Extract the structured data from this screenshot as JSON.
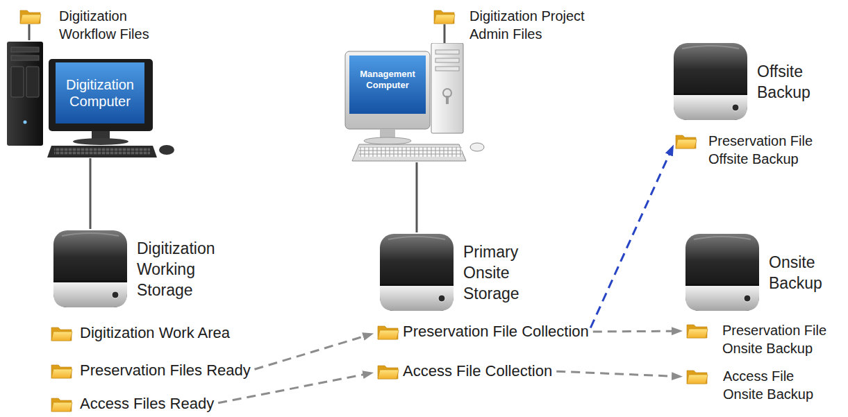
{
  "diagram": {
    "nodes": [
      {
        "text": [
          "Digitization Workflow Files"
        ]
      },
      {
        "text": [
          "Digitization Computer"
        ]
      },
      {
        "text": [
          "Digitization Working Storage"
        ]
      },
      {
        "text": [
          "Digitization Work Area"
        ]
      },
      {
        "text": [
          "Preservation Files Ready"
        ]
      },
      {
        "text": [
          "Access Files Ready"
        ]
      },
      {
        "text": [
          "Digitization Project Admin Files"
        ]
      },
      {
        "text": [
          "Management Computer"
        ]
      },
      {
        "text": [
          "Primary Onsite Storage"
        ]
      },
      {
        "text": [
          "Preservation File Collection"
        ]
      },
      {
        "text": [
          "Access File Collection"
        ]
      },
      {
        "text": [
          "Offsite Backup"
        ]
      },
      {
        "text": [
          "Preservation File Offsite Backup"
        ]
      },
      {
        "text": [
          "Onsite Backup"
        ]
      },
      {
        "text": [
          "Preservation File Onsite Backup"
        ]
      },
      {
        "text": [
          "Access File Onsite Backup"
        ]
      }
    ],
    "edges": [
      {
        "from": 0,
        "to": 1,
        "arrow": "none"
      },
      {
        "from": 1,
        "to": 2,
        "arrow": "none"
      },
      {
        "from": 6,
        "to": 7,
        "arrow": "none"
      },
      {
        "from": 7,
        "to": 8,
        "arrow": "none"
      },
      {
        "from": 4,
        "to": 9,
        "arrow": "to"
      },
      {
        "from": 5,
        "to": 10,
        "arrow": "to"
      },
      {
        "from": 9,
        "to": 12,
        "arrow": "to"
      },
      {
        "from": 9,
        "to": 14,
        "arrow": "to"
      },
      {
        "from": 10,
        "to": 15,
        "arrow": "to"
      }
    ]
  }
}
